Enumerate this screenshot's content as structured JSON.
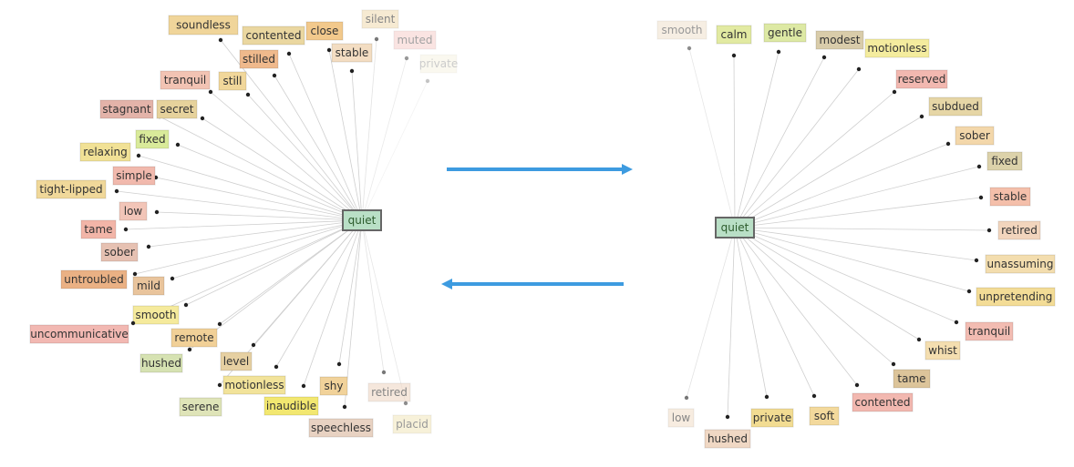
{
  "accent_color": "#3d9be0",
  "center_fill": "#b9dfc6",
  "left_graph": {
    "center_word": "quiet",
    "words": [
      {
        "text": "soundless",
        "color": "#f0d59a",
        "opacity": 1
      },
      {
        "text": "contented",
        "color": "#ead7a0",
        "opacity": 1
      },
      {
        "text": "close",
        "color": "#f2c98c",
        "opacity": 1
      },
      {
        "text": "silent",
        "color": "#f1ddb5",
        "opacity": 0.6
      },
      {
        "text": "muted",
        "color": "#f4c5c1",
        "opacity": 0.45
      },
      {
        "text": "private",
        "color": "#efe6c0",
        "opacity": 0.25
      },
      {
        "text": "stilled",
        "color": "#efb98c",
        "opacity": 1
      },
      {
        "text": "stable",
        "color": "#f3ddc2",
        "opacity": 1
      },
      {
        "text": "tranquil",
        "color": "#f2c3b3",
        "opacity": 1
      },
      {
        "text": "still",
        "color": "#f1d79a",
        "opacity": 1
      },
      {
        "text": "stagnant",
        "color": "#e3b3a9",
        "opacity": 1
      },
      {
        "text": "secret",
        "color": "#e6d29c",
        "opacity": 1
      },
      {
        "text": "fixed",
        "color": "#d9ea9a",
        "opacity": 1
      },
      {
        "text": "relaxing",
        "color": "#f1e196",
        "opacity": 1
      },
      {
        "text": "simple",
        "color": "#f1b9ad",
        "opacity": 1
      },
      {
        "text": "tight-lipped",
        "color": "#f0d89a",
        "opacity": 1
      },
      {
        "text": "low",
        "color": "#f2c5b8",
        "opacity": 1
      },
      {
        "text": "tame",
        "color": "#f2b5a8",
        "opacity": 1
      },
      {
        "text": "sober",
        "color": "#e6c1b2",
        "opacity": 1
      },
      {
        "text": "untroubled",
        "color": "#eab184",
        "opacity": 1
      },
      {
        "text": "mild",
        "color": "#e9c49c",
        "opacity": 1
      },
      {
        "text": "smooth",
        "color": "#f5ea9c",
        "opacity": 1
      },
      {
        "text": "uncommunicative",
        "color": "#f2b8b2",
        "opacity": 1
      },
      {
        "text": "remote",
        "color": "#f1d097",
        "opacity": 1
      },
      {
        "text": "hushed",
        "color": "#d6e2b2",
        "opacity": 1
      },
      {
        "text": "level",
        "color": "#e6d0a2",
        "opacity": 1
      },
      {
        "text": "motionless",
        "color": "#f2e39a",
        "opacity": 1
      },
      {
        "text": "shy",
        "color": "#f1d29a",
        "opacity": 1
      },
      {
        "text": "retired",
        "color": "#f0d8c6",
        "opacity": 0.6
      },
      {
        "text": "serene",
        "color": "#dfe4b8",
        "opacity": 1
      },
      {
        "text": "inaudible",
        "color": "#f2e770",
        "opacity": 1
      },
      {
        "text": "speechless",
        "color": "#e8d2c2",
        "opacity": 1
      },
      {
        "text": "placid",
        "color": "#f0e4b4",
        "opacity": 0.5
      }
    ]
  },
  "right_graph": {
    "center_word": "quiet",
    "words": [
      {
        "text": "smooth",
        "color": "#efdfc8",
        "opacity": 0.5
      },
      {
        "text": "calm",
        "color": "#e2eaa2",
        "opacity": 1
      },
      {
        "text": "gentle",
        "color": "#dde9a4",
        "opacity": 1
      },
      {
        "text": "modest",
        "color": "#d9ccaa",
        "opacity": 1
      },
      {
        "text": "motionless",
        "color": "#f4ec9e",
        "opacity": 1
      },
      {
        "text": "reserved",
        "color": "#f2b8b0",
        "opacity": 1
      },
      {
        "text": "subdued",
        "color": "#e6d6a6",
        "opacity": 1
      },
      {
        "text": "sober",
        "color": "#f3d7aa",
        "opacity": 1
      },
      {
        "text": "fixed",
        "color": "#dcd2aa",
        "opacity": 1
      },
      {
        "text": "stable",
        "color": "#f4bfaa",
        "opacity": 1
      },
      {
        "text": "retired",
        "color": "#f2d5bd",
        "opacity": 1
      },
      {
        "text": "unassuming",
        "color": "#f3ddae",
        "opacity": 1
      },
      {
        "text": "unpretending",
        "color": "#f3dc96",
        "opacity": 1
      },
      {
        "text": "tranquil",
        "color": "#f2bcb2",
        "opacity": 1
      },
      {
        "text": "whist",
        "color": "#f4deb0",
        "opacity": 1
      },
      {
        "text": "tame",
        "color": "#dcc49a",
        "opacity": 1
      },
      {
        "text": "contented",
        "color": "#f2b8b0",
        "opacity": 1
      },
      {
        "text": "soft",
        "color": "#f3d99c",
        "opacity": 1
      },
      {
        "text": "private",
        "color": "#f2dc92",
        "opacity": 1
      },
      {
        "text": "hushed",
        "color": "#f0d8c4",
        "opacity": 1
      },
      {
        "text": "low",
        "color": "#f2e0cc",
        "opacity": 0.6
      }
    ]
  }
}
